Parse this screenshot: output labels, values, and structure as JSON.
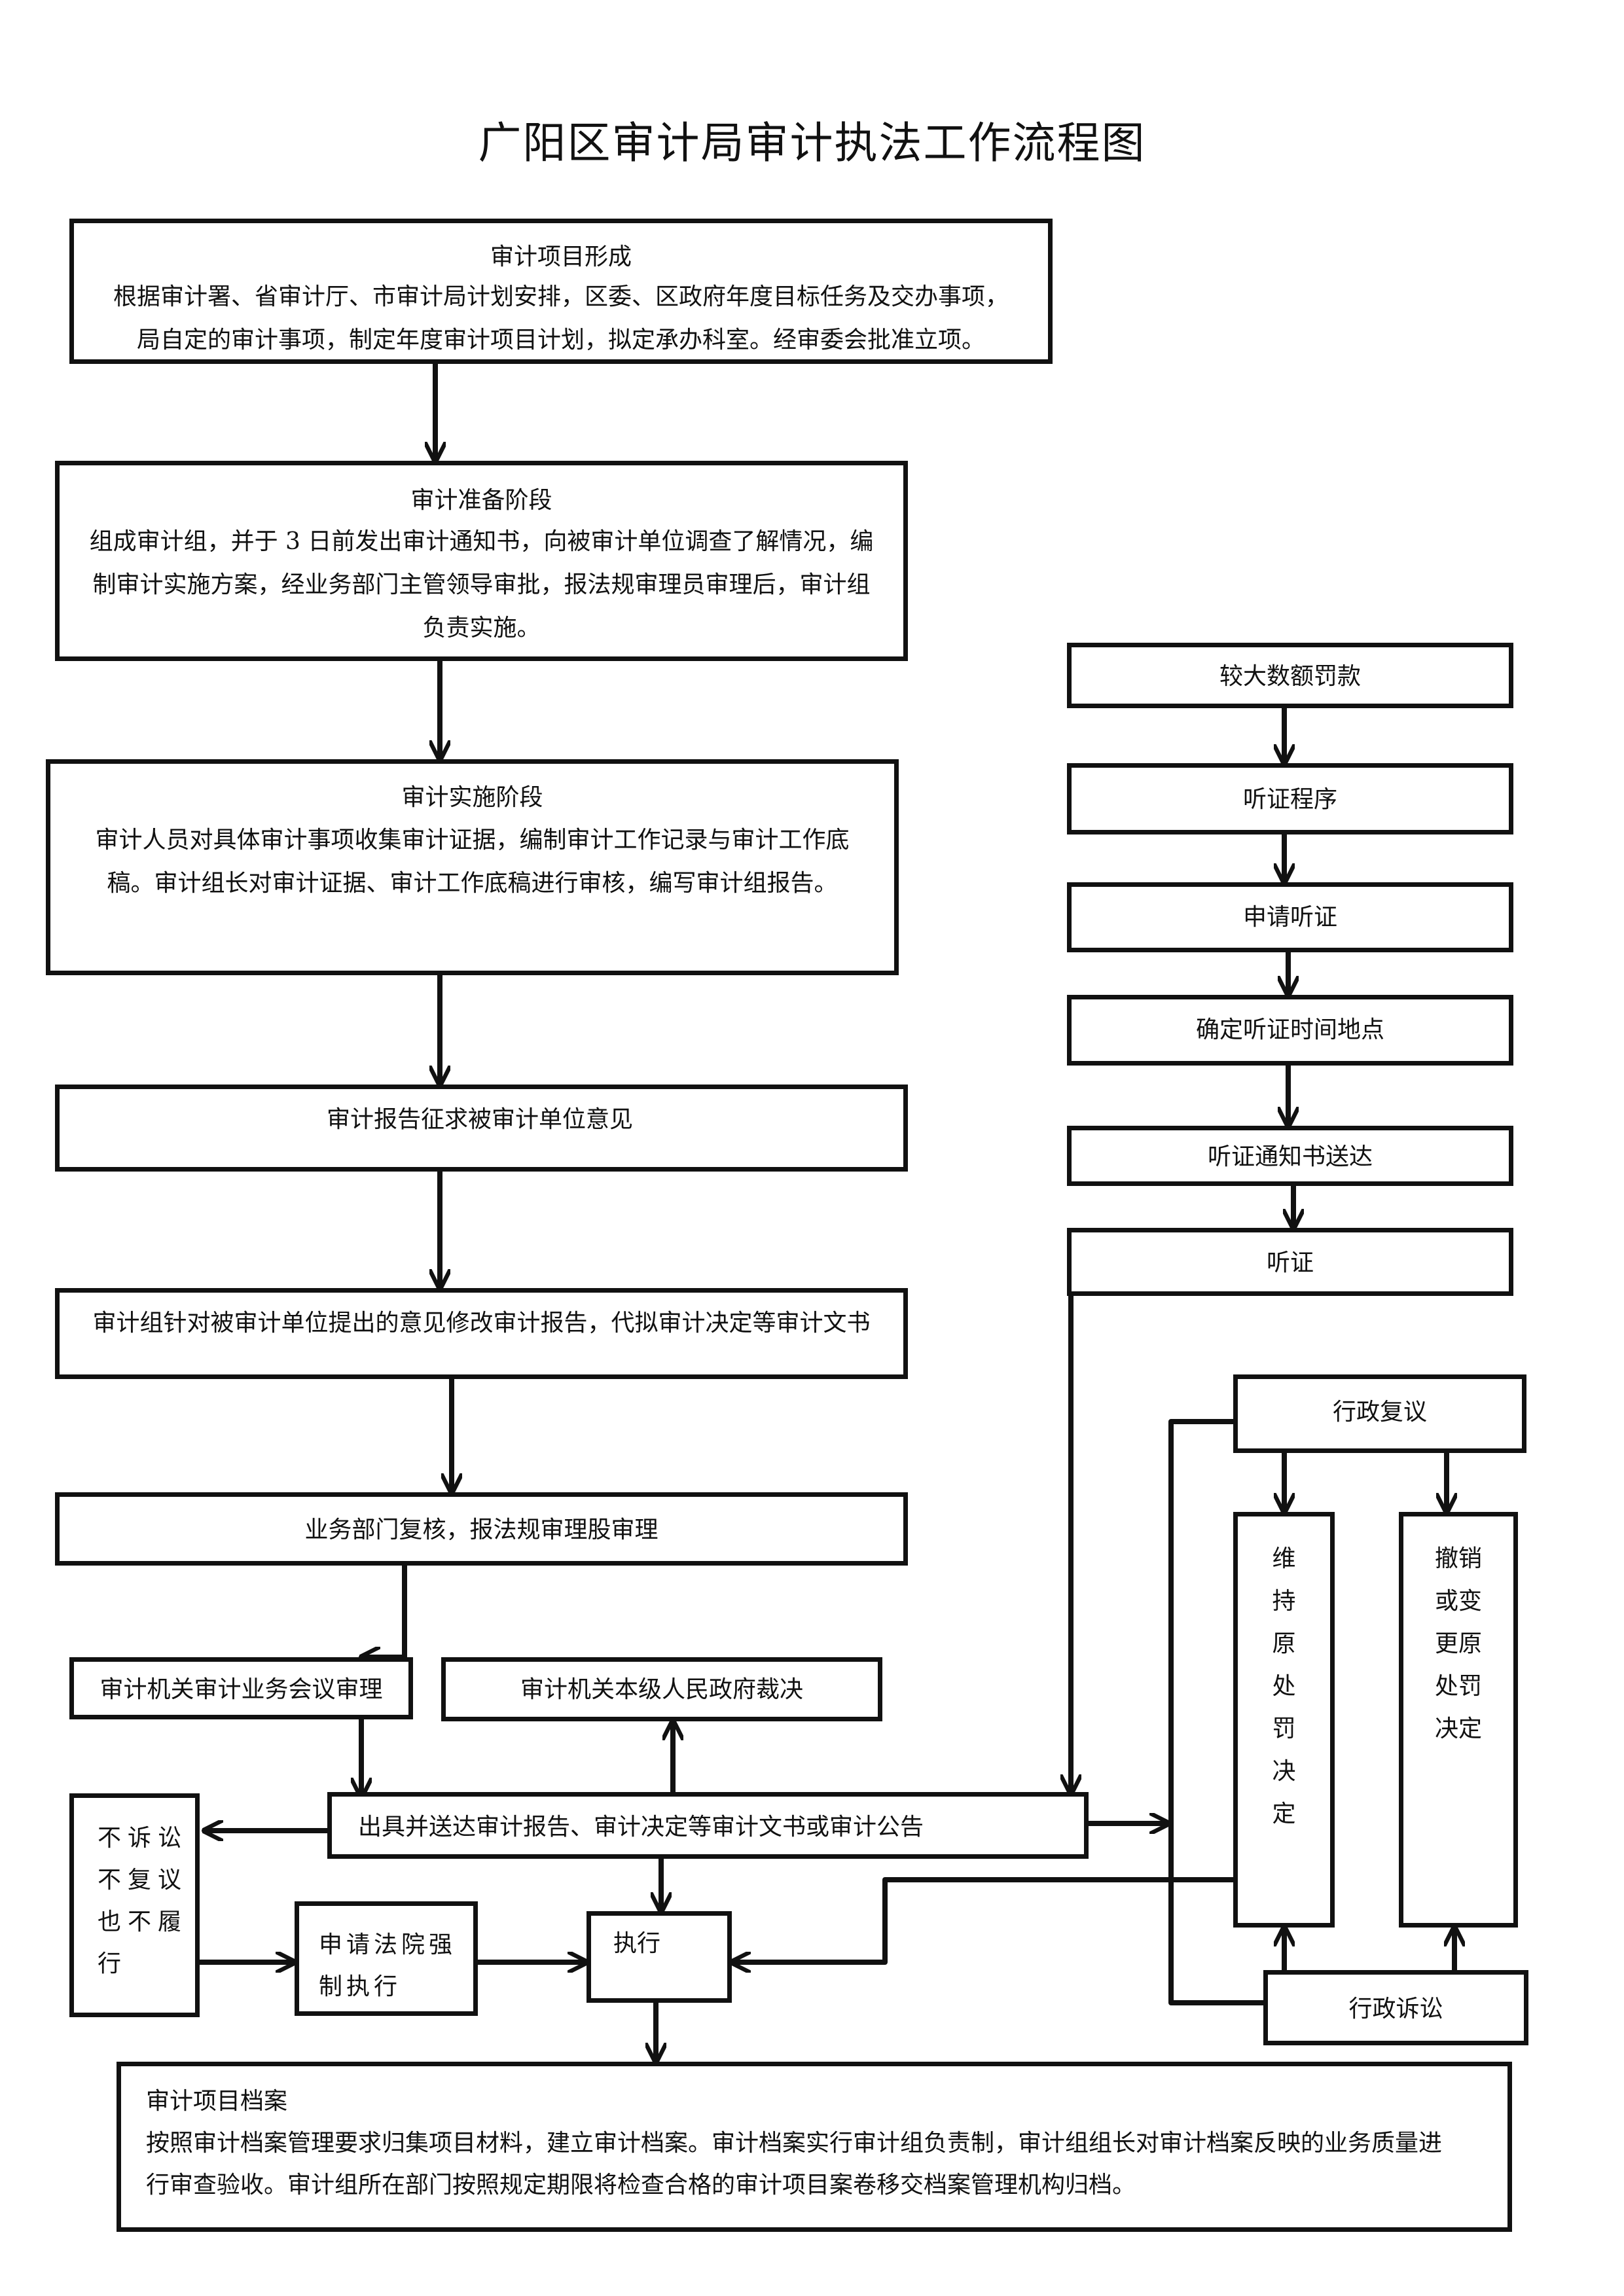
{
  "title": "广阳区审计局审计执法工作流程图",
  "b1": {
    "heading": "审计项目形成",
    "line1": "根据审计署、省审计厅、市审计局计划安排，区委、区政府年度目标任务及交办事项，",
    "line2": "局自定的审计事项，制定年度审计项目计划，拟定承办科室。经审委会批准立项。"
  },
  "b2": {
    "heading": "审计准备阶段",
    "line1": "组成审计组，并于 3 日前发出审计通知书，向被审计单位调查了解情况，编",
    "line2": "制审计实施方案，经业务部门主管领导审批，报法规审理员审理后，审计组",
    "line3": "负责实施。"
  },
  "b3": {
    "heading": "审计实施阶段",
    "line1": "审计人员对具体审计事项收集审计证据，编制审计工作记录与审计工作底",
    "line2": "稿。审计组长对审计证据、审计工作底稿进行审核，编写审计组报告。"
  },
  "b4": "审计报告征求被审计单位意见",
  "b5": "审计组针对被审计单位提出的意见修改审计报告，代拟审计决定等审计文书",
  "b6": "业务部门复核，报法规审理股审理",
  "b7": "审计机关审计业务会议审理",
  "b8": "审计机关本级人民政府裁决",
  "b9": "出具并送达审计报告、审计决定等审计文书或审计公告",
  "b10": {
    "line1": "不诉讼",
    "line2": "不复议",
    "line3": "也不履",
    "line4": "行"
  },
  "b11": {
    "line1": "申请法院强",
    "line2": "制执行"
  },
  "b12": "执行",
  "archive": {
    "heading": "审计项目档案",
    "line1": "按照审计档案管理要求归集项目材料，建立审计档案。审计档案实行审计组负责制，审计组组长对审计档案反映的业务质量进",
    "line2": "行审查验收。审计组所在部门按照规定期限将检查合格的审计项目案卷移交档案管理机构归档。"
  },
  "r1": "较大数额罚款",
  "r2": "听证程序",
  "r3": "申请听证",
  "r4": "确定听证时间地点",
  "r5": "听证通知书送达",
  "r6": "听证",
  "review": "行政复议",
  "maintain": [
    "维",
    "持",
    "原",
    "处",
    "罚",
    "决",
    "定"
  ],
  "revoke": [
    "撤销",
    "或变",
    "更原",
    "处罚",
    "决定"
  ],
  "lawsuit": "行政诉讼"
}
